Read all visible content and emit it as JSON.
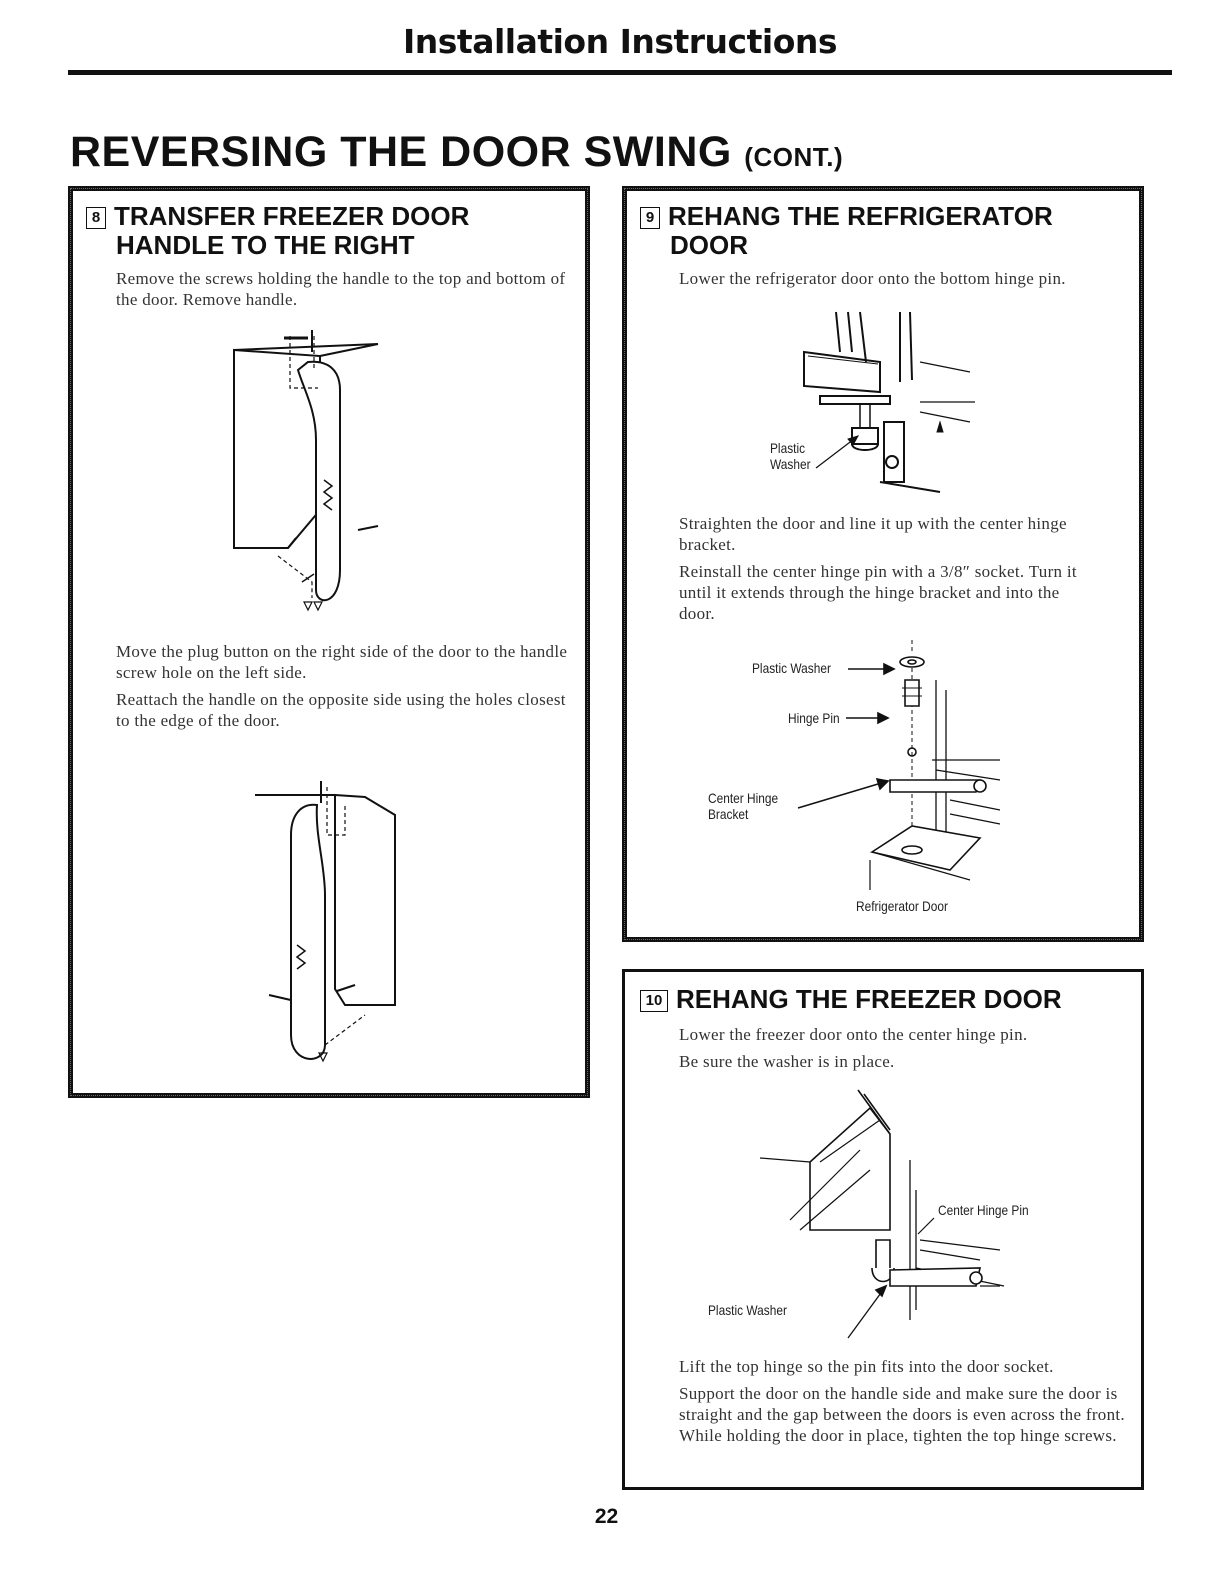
{
  "header": {
    "title": "Installation Instructions"
  },
  "page_title": {
    "main": "REVERSING THE DOOR SWING",
    "suffix": "(CONT.)"
  },
  "step8": {
    "number": "8",
    "heading_line1": "TRANSFER FREEZER DOOR",
    "heading_line2": "HANDLE TO THE RIGHT",
    "para1": "Remove the screws holding the handle to the top and bottom of the door. Remove handle.",
    "para2": "Move the plug button on the right side of the door to the handle screw hole on the left side.",
    "para3": "Reattach the handle on the opposite side using the holes closest to the edge of the door."
  },
  "step9": {
    "number": "9",
    "heading_line1": "REHANG THE REFRIGERATOR",
    "heading_line2": "DOOR",
    "para1": "Lower the refrigerator door onto the bottom hinge pin.",
    "para2": "Straighten the door and line it up with the center hinge bracket.",
    "para3": "Reinstall the center hinge pin with a 3/8″ socket. Turn it until it extends through the hinge bracket and into the door.",
    "labels": {
      "plastic_washer_top_1": "Plastic",
      "plastic_washer_top_2": "Washer",
      "plastic_washer": "Plastic Washer",
      "hinge_pin": "Hinge Pin",
      "center_hinge_1": "Center Hinge",
      "center_hinge_2": "Bracket",
      "refrigerator_door": "Refrigerator Door"
    }
  },
  "step10": {
    "number": "10",
    "heading": "REHANG THE FREEZER DOOR",
    "para1": "Lower the freezer door onto the center hinge pin.",
    "para2": "Be sure the washer is in place.",
    "para3": "Lift the top hinge so the pin fits into the door socket.",
    "para4": "Support the door on the handle side and make sure the door is straight and the gap between the doors is even across the front. While holding the door in place, tighten the top hinge screws.",
    "labels": {
      "center_hinge_pin": "Center Hinge Pin",
      "plastic_washer": "Plastic Washer"
    }
  },
  "footer": {
    "page_number": "22"
  }
}
